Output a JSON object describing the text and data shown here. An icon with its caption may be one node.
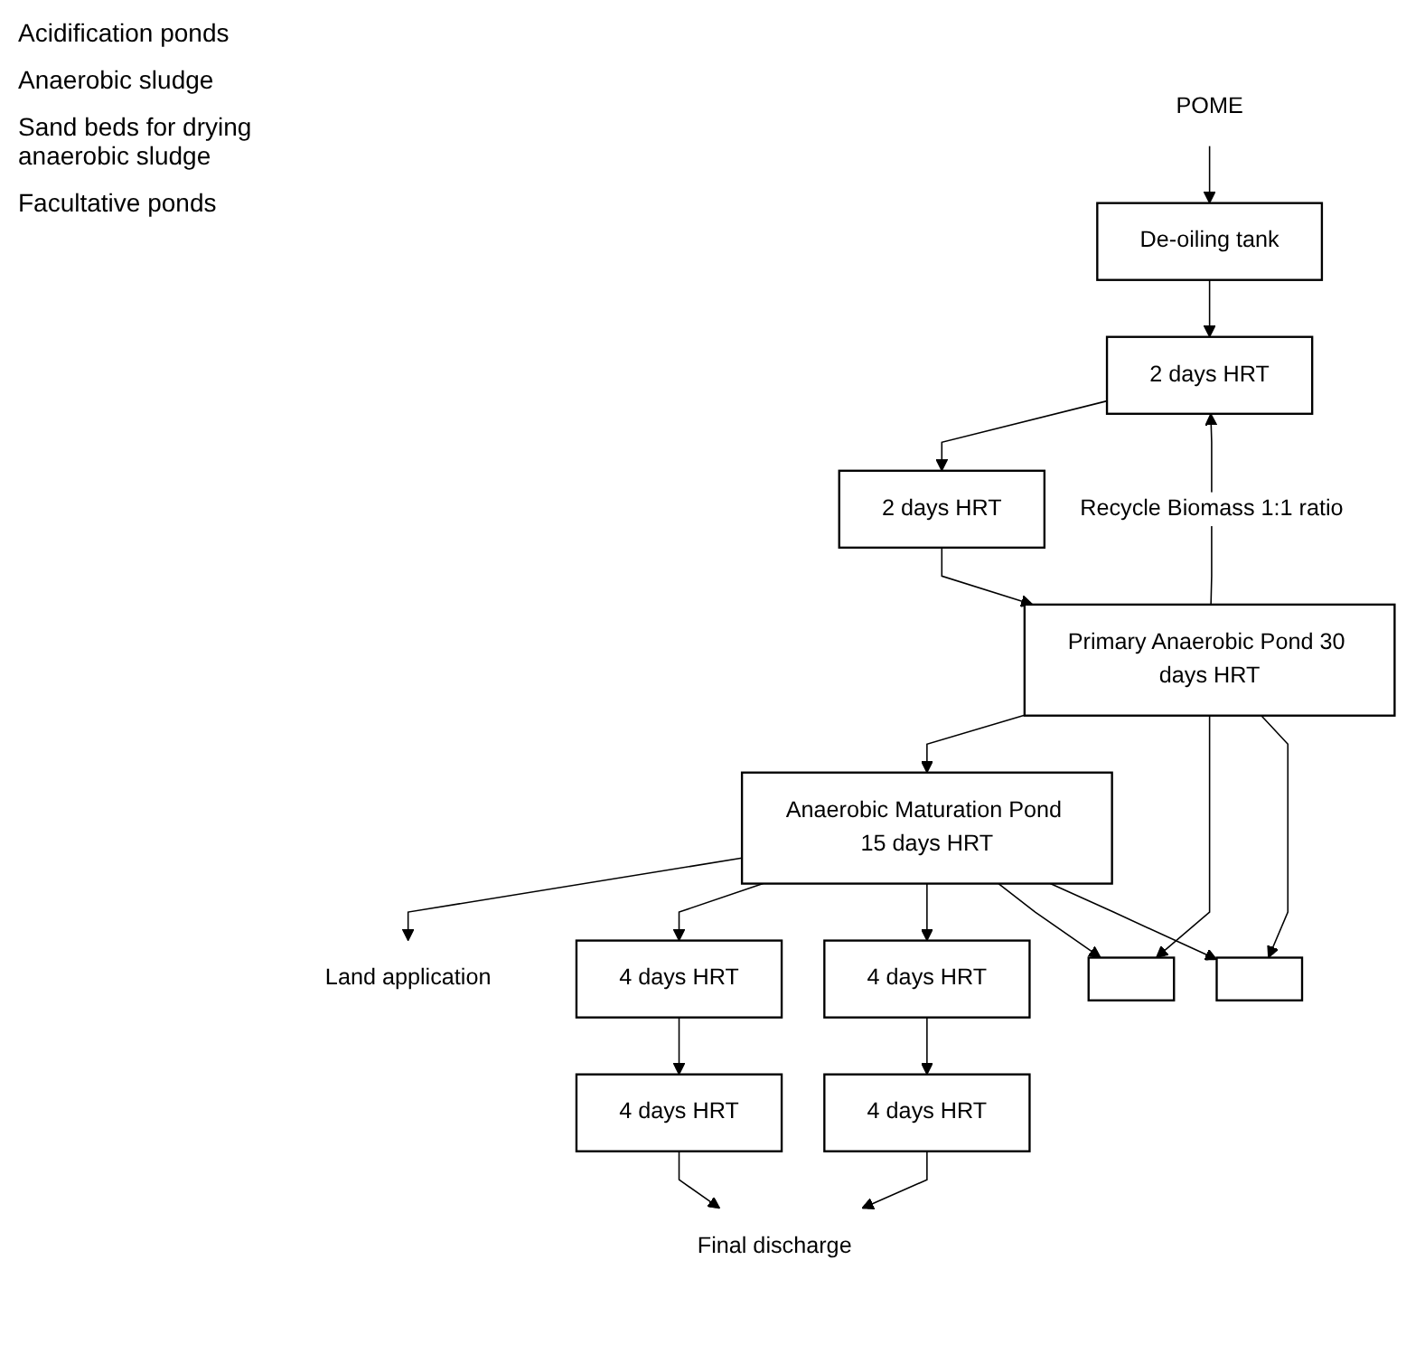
{
  "diagram": {
    "nodes": [
      {
        "text": [
          "POME"
        ]
      },
      {
        "text": [
          "De-oiling tank"
        ]
      },
      {
        "text": [
          "2 days HRT"
        ]
      },
      {
        "text": [
          "2 days HRT"
        ]
      },
      {
        "text": [
          "Land application"
        ]
      },
      {
        "text": [
          "Anaerobic Maturation Pond 15 days HRT"
        ]
      },
      {
        "text": [
          "Primary Anaerobic Pond 30 days HRT"
        ]
      },
      {
        "text": [
          "4 days HRT"
        ]
      },
      {
        "text": [
          "4 days HRT"
        ]
      },
      {
        "text": [
          "4 days HRT"
        ]
      },
      {
        "text": [
          "4 days HRT"
        ]
      },
      {
        "text": [],
        "shape": "box"
      },
      {
        "text": [],
        "shape": "box"
      },
      {
        "text": [
          "Final discharge"
        ]
      }
    ],
    "edges": [
      {
        "from": 0,
        "to": 1,
        "arrow": "to"
      },
      {
        "from": 1,
        "to": 2,
        "arrow": "to"
      },
      {
        "from": 2,
        "to": 3,
        "arrow": "to"
      },
      {
        "from": 3,
        "to": 6,
        "arrow": "to"
      },
      {
        "from": 6,
        "to": 2,
        "arrow": "to",
        "label": "Recycle Biomass 1:1 ratio"
      },
      {
        "from": 6,
        "to": 5,
        "arrow": "to"
      },
      {
        "from": 5,
        "to": 4,
        "arrow": "to"
      },
      {
        "from": 5,
        "to": 7,
        "arrow": "to"
      },
      {
        "from": 5,
        "to": 9,
        "arrow": "to"
      },
      {
        "from": 6,
        "to": 11,
        "arrow": "to"
      },
      {
        "from": 6,
        "to": 12,
        "arrow": "to"
      },
      {
        "from": 5,
        "to": 11,
        "arrow": "to"
      },
      {
        "from": 5,
        "to": 12,
        "arrow": "to"
      },
      {
        "from": 7,
        "to": 8,
        "arrow": "to"
      },
      {
        "from": 9,
        "to": 10,
        "arrow": "to"
      },
      {
        "from": 8,
        "to": 13,
        "arrow": "to"
      },
      {
        "from": 10,
        "to": 13,
        "arrow": "to"
      }
    ],
    "labels": [
      "Acidification ponds",
      "Anaerobic sludge",
      "Sand beds for drying anaerobic sludge",
      "Facultative ponds"
    ]
  }
}
